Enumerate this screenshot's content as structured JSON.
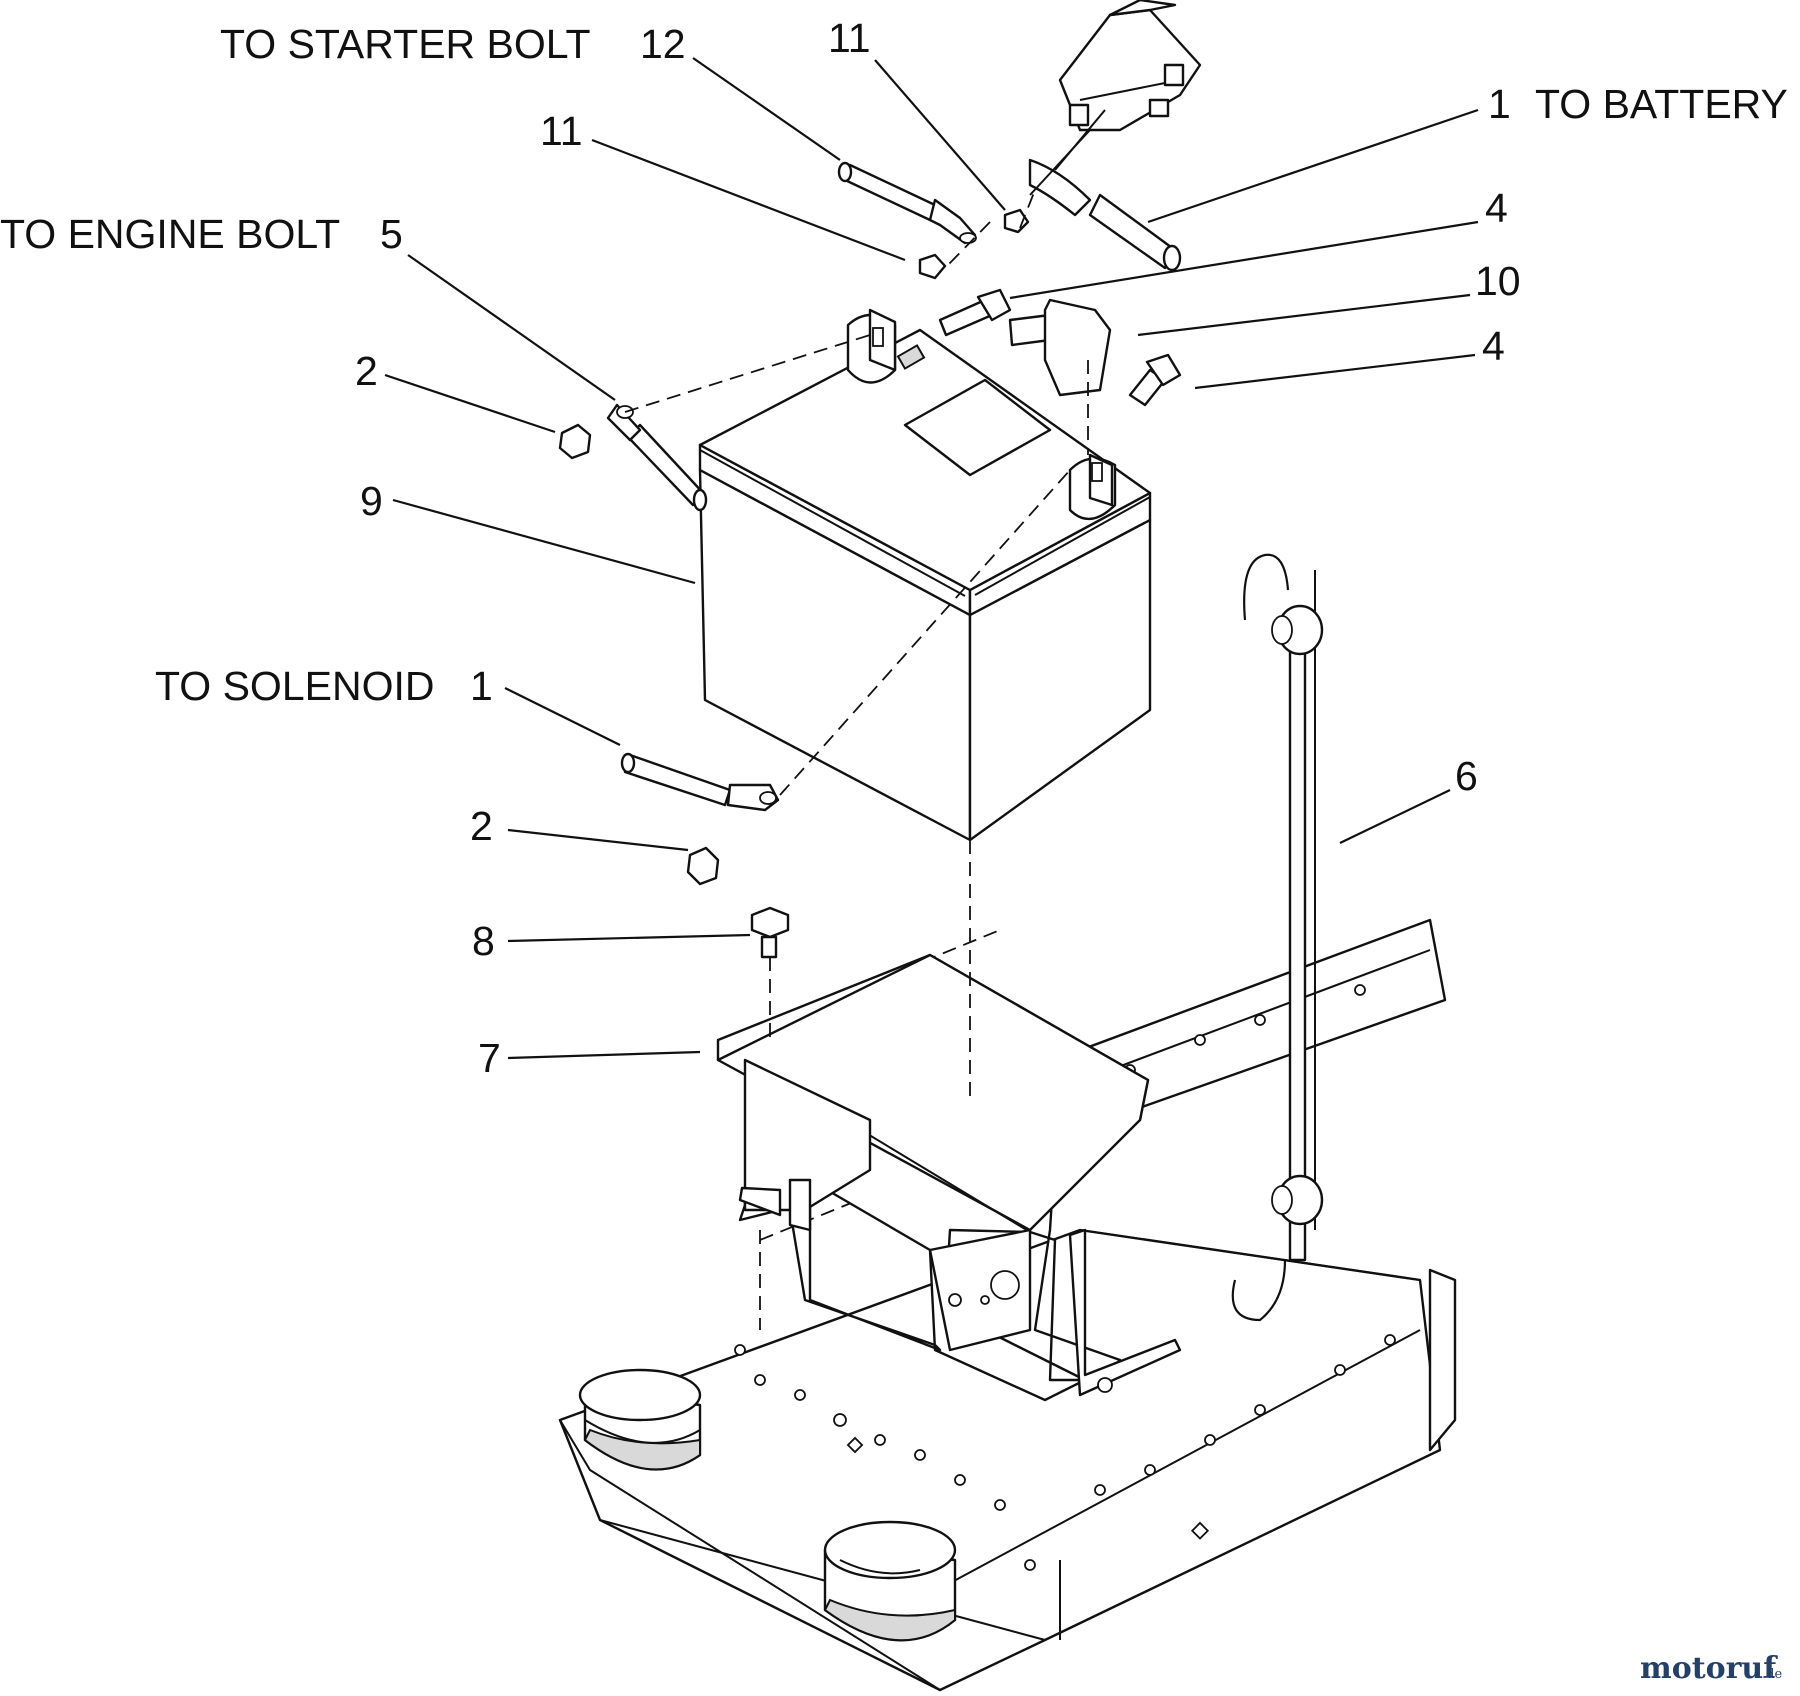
{
  "callouts": {
    "starter_bolt_text": "TO STARTER BOLT",
    "starter_bolt_num": "12",
    "top_11": "11",
    "left_11": "11",
    "battery_num": "1",
    "battery_text": "TO BATTERY",
    "engine_bolt_text": "TO ENGINE BOLT",
    "engine_bolt_num": "5",
    "bolt_4_upper": "4",
    "boot_10": "10",
    "bolt_4_lower": "4",
    "nut_2_upper": "2",
    "battery_9": "9",
    "solenoid_text": "TO SOLENOID",
    "solenoid_num": "1",
    "rod_6": "6",
    "nut_2_lower": "2",
    "bolt_8": "8",
    "tray_7": "7"
  },
  "watermark": {
    "brand": "motoruf",
    "suffix": ".de",
    "colors": [
      "#c0392b",
      "#e67e22",
      "#27ae60",
      "#2e86c1",
      "#8e44ad",
      "#23406b"
    ]
  }
}
